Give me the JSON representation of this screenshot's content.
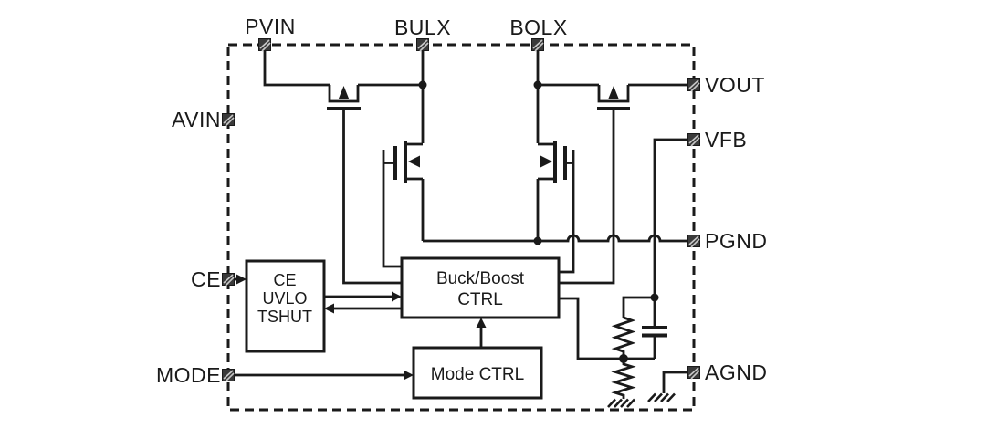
{
  "figure": {
    "type": "circuit-block-diagram",
    "subject": "Buck/Boost converter IC internal block diagram",
    "colors": {
      "background": "#ffffff",
      "line": "#1a1a1a",
      "block_fill": "#ffffff",
      "pin_fill": "#3a3a3a"
    },
    "pins": {
      "pvin": {
        "label": "PVIN",
        "side": "top"
      },
      "bulx": {
        "label": "BULX",
        "side": "top"
      },
      "bolx": {
        "label": "BOLX",
        "side": "top"
      },
      "avin": {
        "label": "AVIN",
        "side": "left"
      },
      "ce": {
        "label": "CE",
        "side": "left"
      },
      "mode": {
        "label": "MODE",
        "side": "left"
      },
      "vout": {
        "label": "VOUT",
        "side": "right"
      },
      "vfb": {
        "label": "VFB",
        "side": "right"
      },
      "pgnd": {
        "label": "PGND",
        "side": "right"
      },
      "agnd": {
        "label": "AGND",
        "side": "right"
      }
    },
    "blocks": {
      "ce_uvlo_tshut": {
        "lines": [
          "CE",
          "UVLO",
          "TSHUT"
        ]
      },
      "buck_boost_ctrl": {
        "lines": [
          "Buck/Boost",
          "CTRL"
        ]
      },
      "mode_ctrl": {
        "lines": [
          "Mode CTRL"
        ]
      }
    },
    "symbols": [
      "pmos-buck-highside-icon",
      "nmos-buck-lowside-icon",
      "nmos-boost-lowside-icon",
      "pmos-boost-highside-icon",
      "feedback-resistor-top-icon",
      "feedback-resistor-bottom-icon",
      "feedback-capacitor-icon",
      "ground-icon",
      "wire-hop-icon",
      "ic-boundary-dashed-icon"
    ]
  }
}
